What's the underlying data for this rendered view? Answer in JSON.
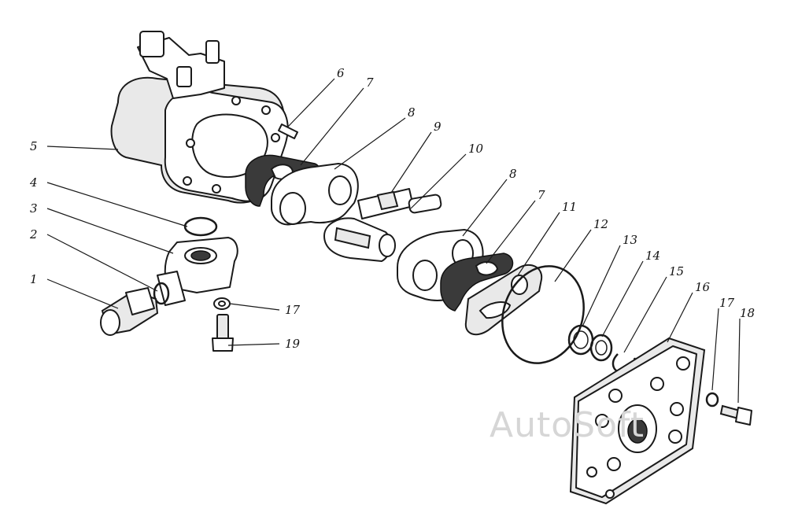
{
  "diagram": {
    "callouts": [
      {
        "id": "c5",
        "label": "5"
      },
      {
        "id": "c4",
        "label": "4"
      },
      {
        "id": "c3",
        "label": "3"
      },
      {
        "id": "c2",
        "label": "2"
      },
      {
        "id": "c1",
        "label": "1"
      },
      {
        "id": "c6",
        "label": "6"
      },
      {
        "id": "c7a",
        "label": "7"
      },
      {
        "id": "c8a",
        "label": "8"
      },
      {
        "id": "c9",
        "label": "9"
      },
      {
        "id": "c10",
        "label": "10"
      },
      {
        "id": "c8b",
        "label": "8"
      },
      {
        "id": "c7b",
        "label": "7"
      },
      {
        "id": "c11",
        "label": "11"
      },
      {
        "id": "c12",
        "label": "12"
      },
      {
        "id": "c13",
        "label": "13"
      },
      {
        "id": "c14",
        "label": "14"
      },
      {
        "id": "c15",
        "label": "15"
      },
      {
        "id": "c16",
        "label": "16"
      },
      {
        "id": "c17b",
        "label": "17"
      },
      {
        "id": "c18",
        "label": "18"
      },
      {
        "id": "c17a",
        "label": "17"
      },
      {
        "id": "c19",
        "label": "19"
      }
    ],
    "watermark": "AutoSoft"
  }
}
